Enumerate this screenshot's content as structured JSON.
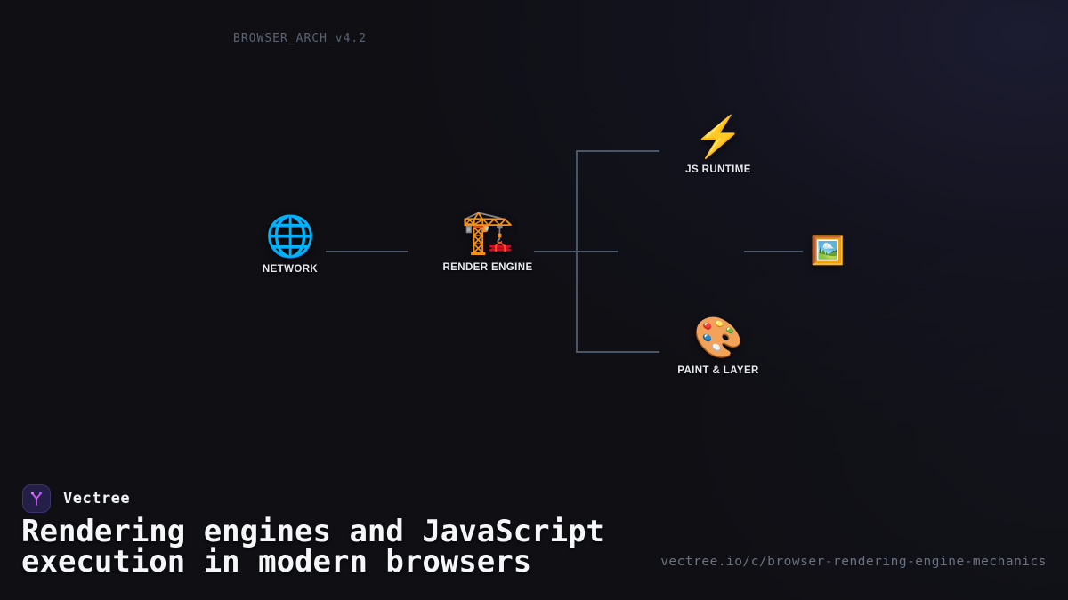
{
  "watermark": "BROWSER_ARCH_v4.2",
  "diagram": {
    "nodes": [
      {
        "id": "network",
        "emoji": "🌐",
        "label": "NETWORK"
      },
      {
        "id": "render-engine",
        "emoji": "🏗️",
        "label": "RENDER ENGINE"
      },
      {
        "id": "js-runtime",
        "emoji": "⚡",
        "label": "JS RUNTIME"
      },
      {
        "id": "paint-layer",
        "emoji": "🎨",
        "label": "PAINT & LAYER"
      },
      {
        "id": "output-frame",
        "emoji": "🖼️",
        "label": ""
      }
    ],
    "connector_color": "#4a5568"
  },
  "footer": {
    "brand": "Vectree",
    "title": "Rendering engines and JavaScript execution in modern browsers",
    "url": "vectree.io/c/browser-rendering-engine-mechanics"
  },
  "colors": {
    "background": "#0f0f14",
    "background_glow": "#1c1c31",
    "connector": "#4a5568",
    "label_text": "#e7e9ee",
    "muted_text": "#5a6272",
    "url_text": "#6b7383",
    "logo_background": "#241f47",
    "logo_accent": "#c75bf0",
    "title_text": "#f5f6f8"
  }
}
